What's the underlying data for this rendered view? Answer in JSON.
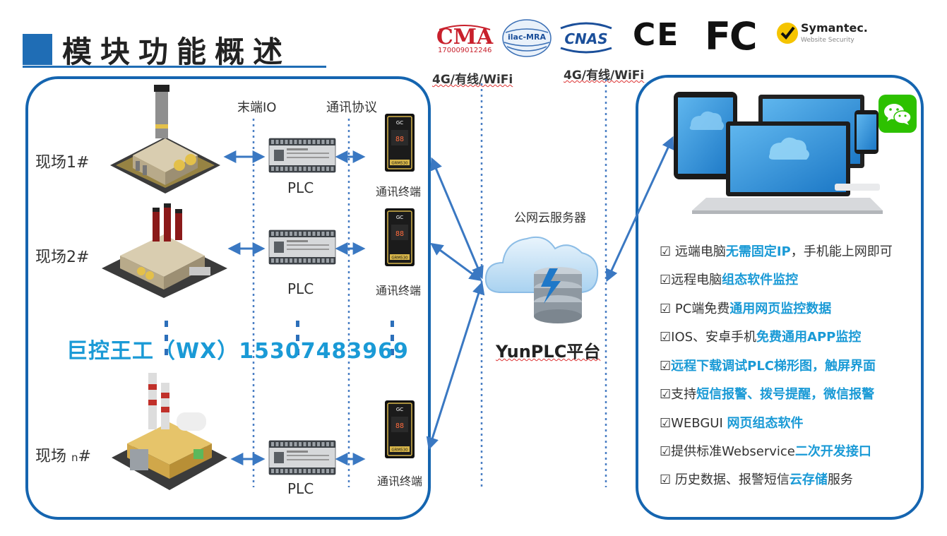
{
  "header": {
    "title": "模块功能概述"
  },
  "certifications": {
    "cma_label": "CMA",
    "cma_number": "170009012246",
    "ilac_label": "ilac-MRA",
    "cnas_label": "CNAS",
    "ce_label": "CE",
    "fc_label": "FC",
    "symantec_label": "Symantec.",
    "symantec_sub": "Website Security"
  },
  "network": {
    "left_link": "4G/有线/WiFi",
    "right_link": "4G/有线/WiFi"
  },
  "left_panel": {
    "col_io": "末端IO",
    "col_protocol": "通讯协议",
    "sites": [
      {
        "label": "现场1#",
        "plc": "PLC",
        "terminal": "通讯终端"
      },
      {
        "label": "现场2#",
        "plc": "PLC",
        "terminal": "通讯终端"
      },
      {
        "label": "现场 ",
        "suffix": "n",
        "hash": "#",
        "plc": "PLC",
        "terminal": "通讯终端"
      }
    ],
    "contact": "巨控王工（WX）15307483969",
    "device_brand": "GC",
    "device_model": "GRM530"
  },
  "center": {
    "server_label": "公网云服务器",
    "platform": "YunPLC平台"
  },
  "features": [
    {
      "pre": "☑ 远端电脑",
      "hl": "无需固定IP",
      "post": "，手机能上网即可"
    },
    {
      "pre": "☑远程电脑",
      "hl": "组态软件监控",
      "post": ""
    },
    {
      "pre": "☑ PC端免费",
      "hl": "通用网页监控数据",
      "post": ""
    },
    {
      "pre": "☑IOS、安卓手机",
      "hl": "免费通用APP监控",
      "post": ""
    },
    {
      "pre": "☑",
      "hl": "远程下载调试PLC梯形图，触屏界面",
      "post": ""
    },
    {
      "pre": "☑支持",
      "hl": "短信报警、拨号提醒，微信报警",
      "post": ""
    },
    {
      "pre": "☑WEBGUI ",
      "hl": "网页组态软件",
      "post": ""
    },
    {
      "pre": "☑提供标准Webservice",
      "hl": "二次开发接口",
      "post": ""
    },
    {
      "pre": "☑ 历史数据、报警短信",
      "hl": "云存储",
      "post": "服务"
    }
  ],
  "colors": {
    "accent": "#1565b0",
    "highlight": "#1a9ad6",
    "arrow": "#3a78c2",
    "wechat": "#2dc100"
  }
}
